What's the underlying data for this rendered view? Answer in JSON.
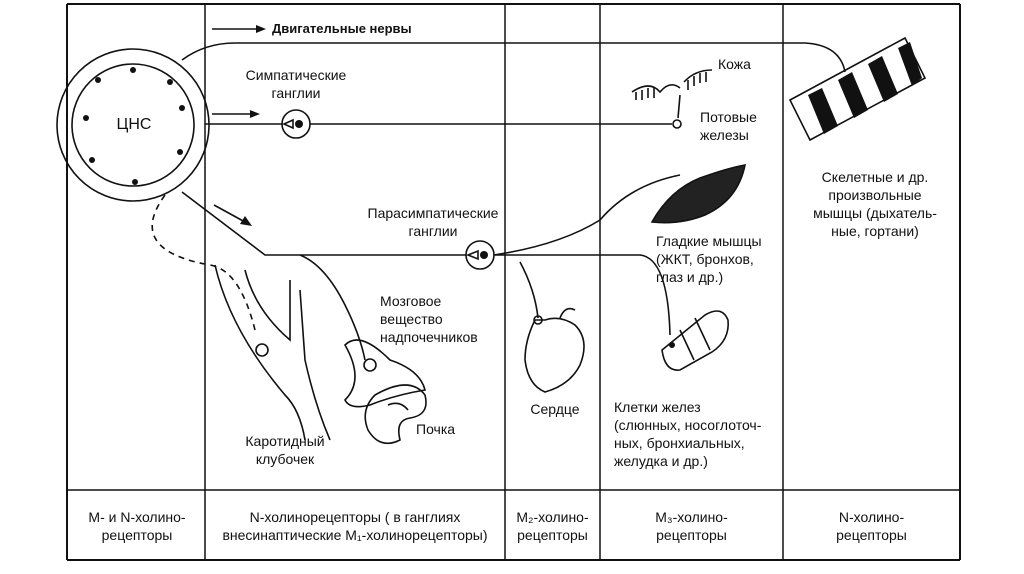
{
  "diagram": {
    "cns_label": "ЦНС",
    "motor_nerves": "Двигательные нервы",
    "sympathetic_ganglia": "Симпатические\nганглии",
    "parasympathetic_ganglia": "Парасимпатические\nганглии",
    "skin": "Кожа",
    "sweat_glands": "Потовые\nжелезы",
    "skeletal_muscles": "Скелетные и др.\nпроизвольные\nмышцы (дыхатель-\nные, гортани)",
    "smooth_muscles": "Гладкие мышцы\n(ЖКТ, бронхов,\nглаз и др.)",
    "adrenal_medulla": "Мозговое\nвещество\nнадпочечников",
    "kidney": "Почка",
    "carotid_body": "Каротидный\nклубочек",
    "heart": "Сердце",
    "gland_cells": "Клетки желез\n(слюнных, носоглоточ-\nных, бронхиальных,\nжелудка и др.)"
  },
  "receptors": [
    {
      "text": "M- и N-холино-\nрецепторы"
    },
    {
      "text": "N-холинорецепторы ( в ганглиях\nвнесинаптические M₁-холинорецепторы)"
    },
    {
      "text": "M₂-холино-\nрецепторы"
    },
    {
      "text": "M₃-холино-\nрецепторы"
    },
    {
      "text": "N-холино-\nрецепторы"
    }
  ]
}
